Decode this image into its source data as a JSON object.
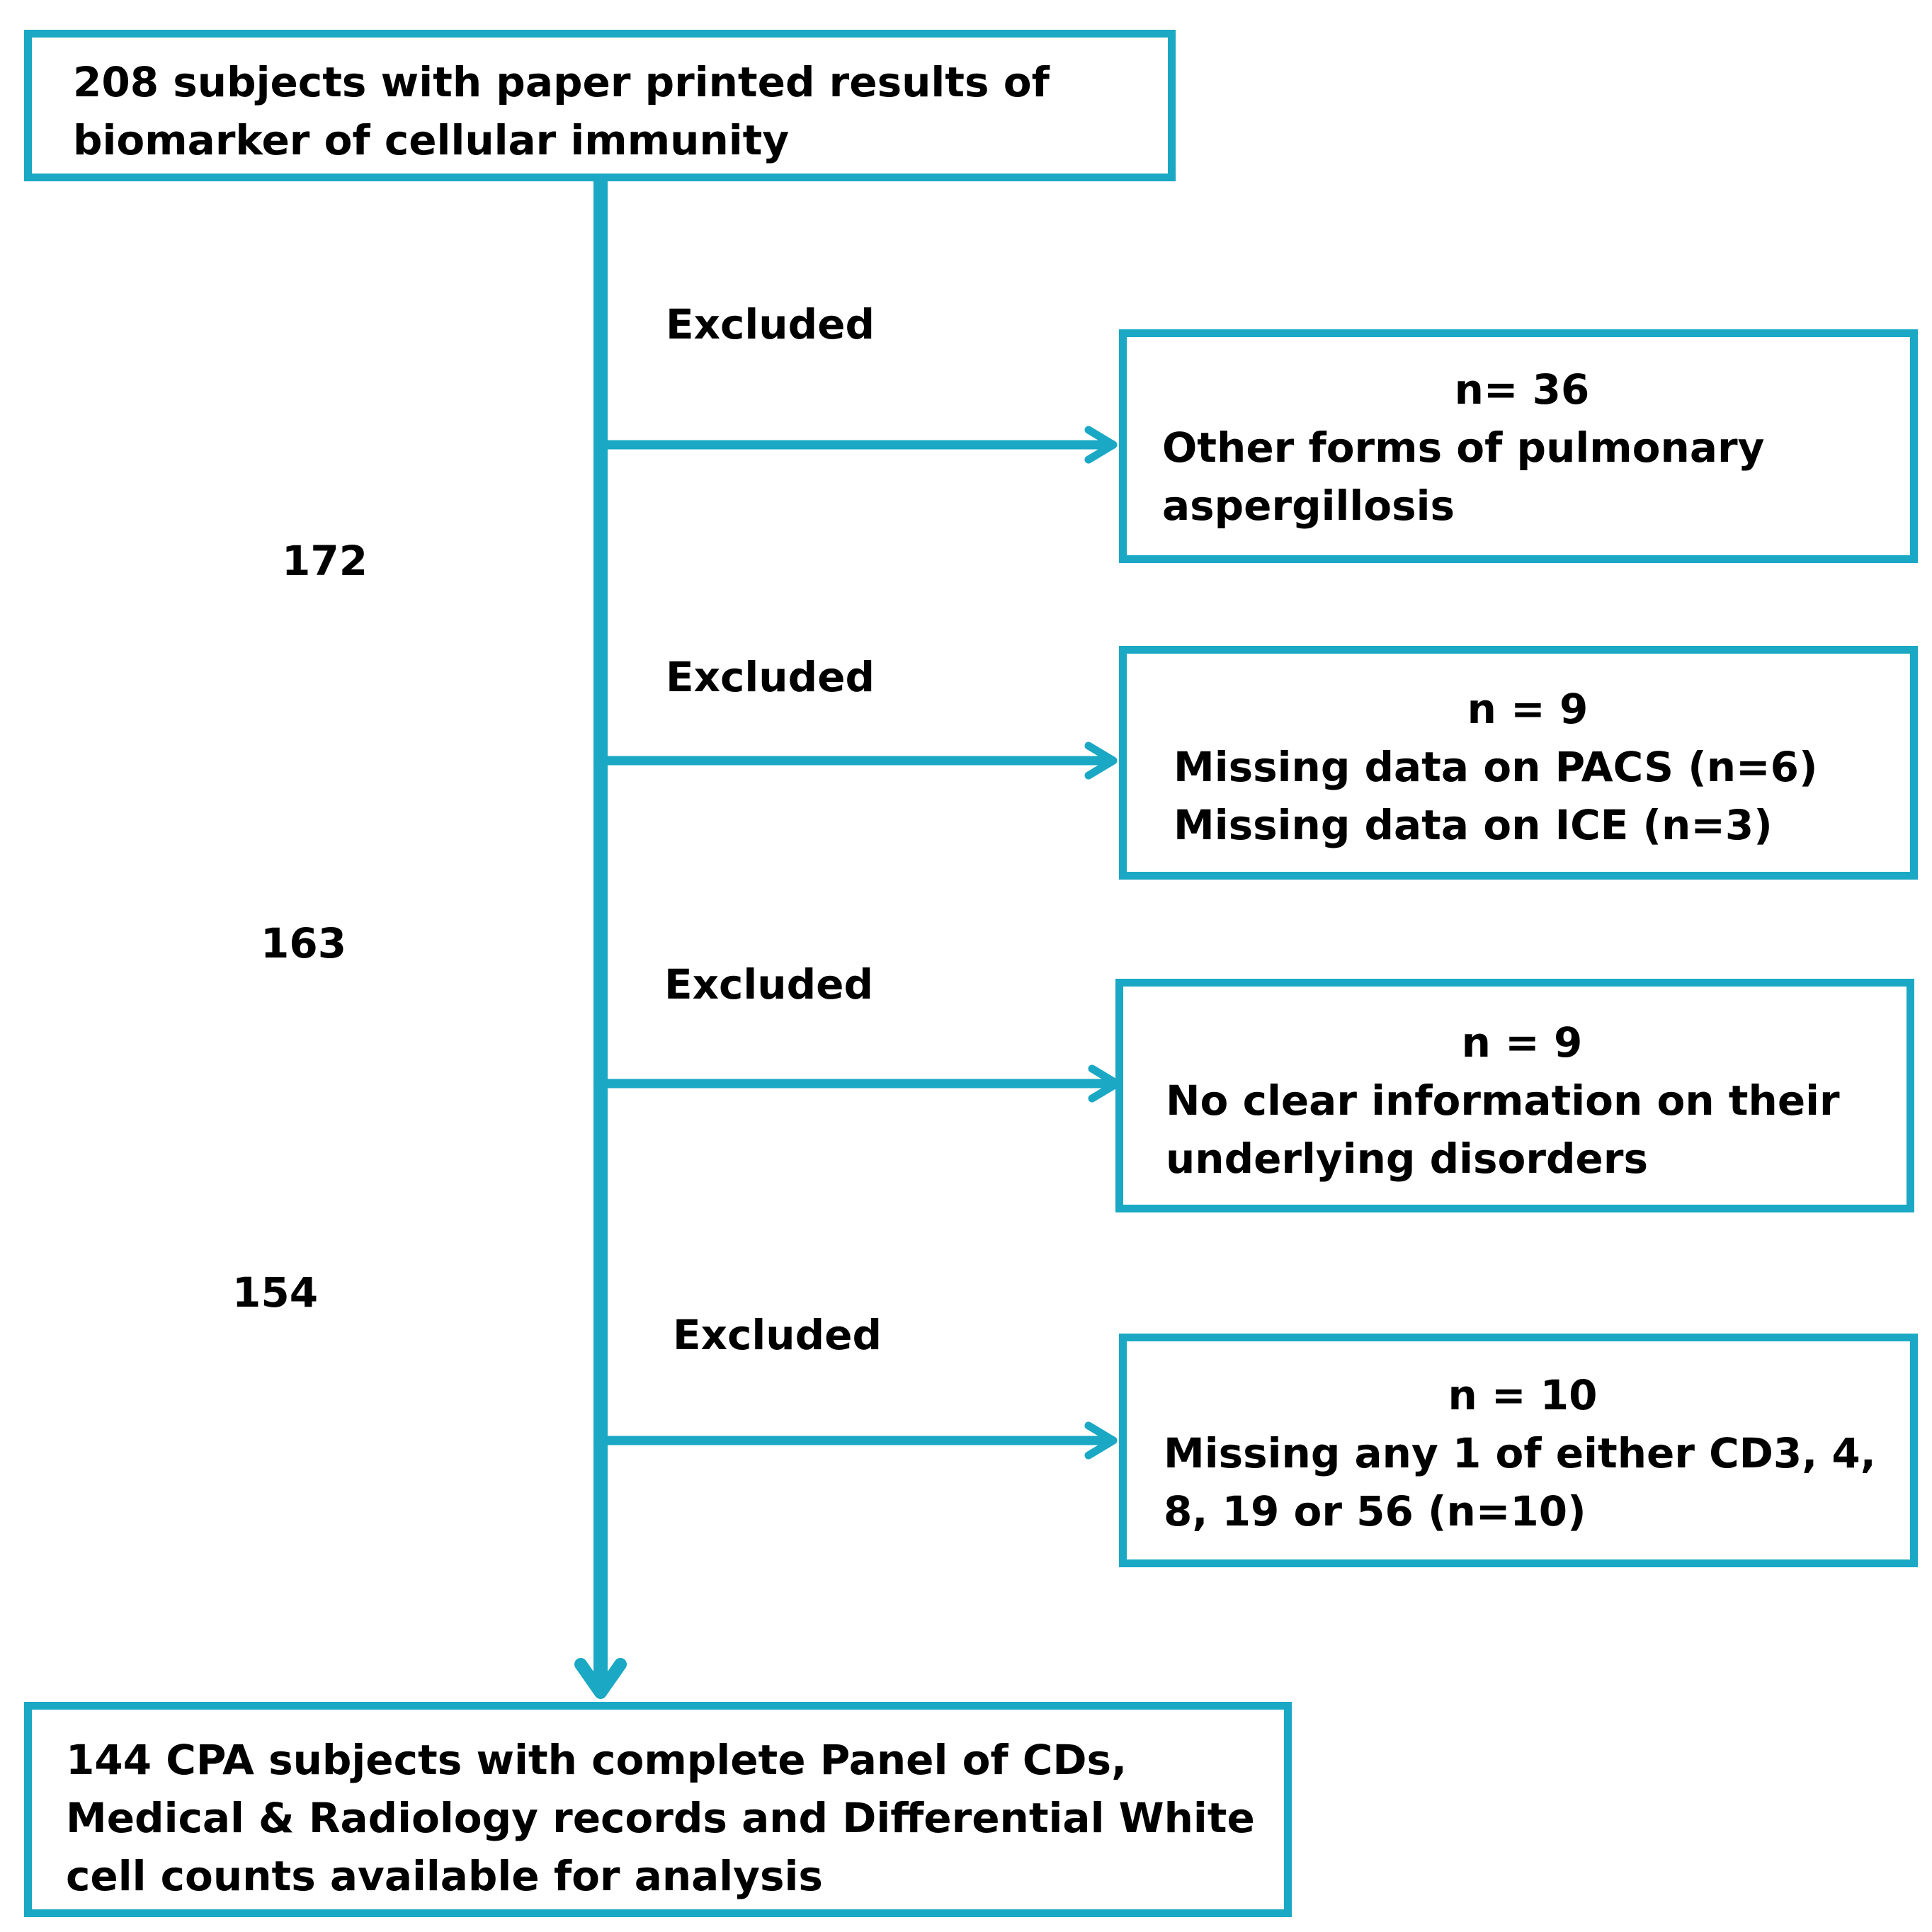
{
  "accent_color": "#1aa8c4",
  "start_box": {
    "lines": [
      "208 subjects with paper printed results of",
      "biomarker  of cellular immunity"
    ]
  },
  "exclusions": [
    {
      "label": "Excluded",
      "count": "n= 36",
      "reasons": [
        "Other forms of pulmonary",
        "aspergillosis"
      ]
    },
    {
      "label": "Excluded",
      "count": "n = 9",
      "reasons": [
        "Missing data on PACS (n=6)",
        "Missing data on ICE (n=3)"
      ]
    },
    {
      "label": "Excluded",
      "count": "n = 9",
      "reasons": [
        "No clear information on their",
        "underlying disorders"
      ]
    },
    {
      "label": "Excluded",
      "count": "n = 10",
      "reasons": [
        "Missing  any 1 of either CD3, 4,",
        "8, 19 or 56 (n=10)"
      ]
    }
  ],
  "remaining_counts": [
    "172",
    "163",
    "154"
  ],
  "final_box": {
    "lines": [
      "144 CPA subjects with complete Panel of CDs,",
      "Medical & Radiology records and Differential White",
      "cell counts available for  analysis"
    ]
  }
}
